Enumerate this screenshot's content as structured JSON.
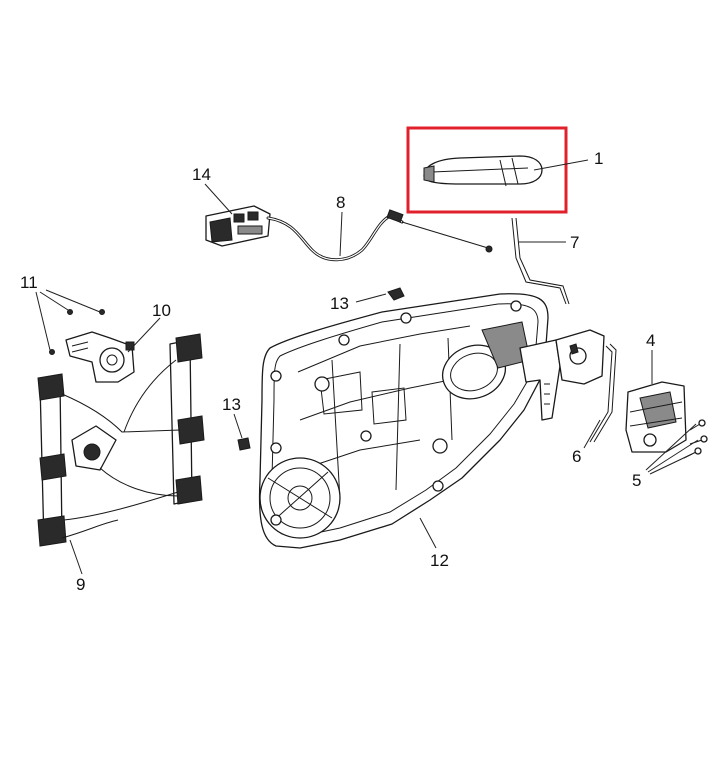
{
  "highlight": {
    "color": "#e0202a",
    "part_ref": "1"
  },
  "callouts": {
    "c1": "1",
    "c4": "4",
    "c5": "5",
    "c6": "6",
    "c7": "7",
    "c8": "8",
    "c9": "9",
    "c10": "10",
    "c11": "11",
    "c12": "12",
    "c13a": "13",
    "c13b": "13",
    "c14": "14"
  }
}
